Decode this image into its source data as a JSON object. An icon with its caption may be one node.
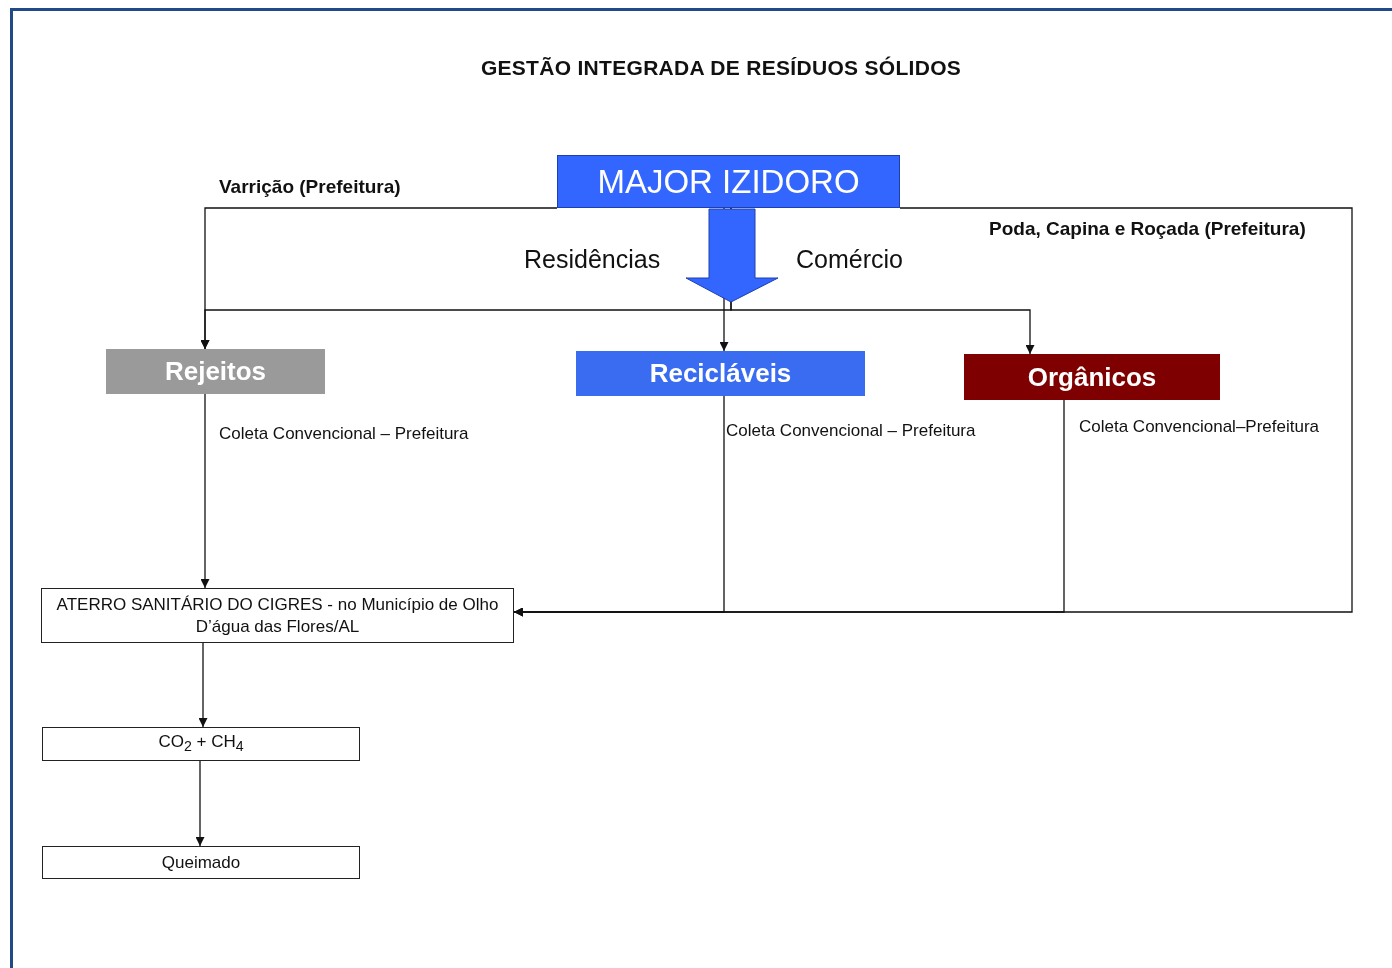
{
  "diagram": {
    "title": "GESTÃO INTEGRADA DE RESÍDUOS SÓLIDOS",
    "nodes": [
      {
        "text": [
          "MAJOR IZIDORO"
        ]
      },
      {
        "text": [
          "Rejeitos"
        ]
      },
      {
        "text": [
          "Recicláveis"
        ]
      },
      {
        "text": [
          "Orgânicos"
        ]
      },
      {
        "text": [
          "ATERRO SANITÁRIO DO CIGRES - no Município de Olho D’água das Flores/AL"
        ]
      },
      {
        "text": [
          "CO$_{2}$ + CH$_{4}$"
        ]
      },
      {
        "text": [
          "Queimado"
        ]
      }
    ],
    "edges": [
      {
        "from": 0,
        "to": 1,
        "arrow": "to",
        "label": "Varrição (Prefeitura)"
      },
      {
        "from": 0,
        "to": 1,
        "arrow": "to"
      },
      {
        "from": 0,
        "to": 2,
        "arrow": "to"
      },
      {
        "from": 0,
        "to": 3,
        "arrow": "to"
      },
      {
        "from": 0,
        "to": 4,
        "arrow": "to",
        "label": "Poda, Capina e Roçada (Prefeitura)"
      },
      {
        "from": 1,
        "to": 4,
        "arrow": "to",
        "label": "Coleta Convencional – Prefeitura"
      },
      {
        "from": 2,
        "to": 4,
        "arrow": "to",
        "label": "Coleta Convencional – Prefeitura"
      },
      {
        "from": 3,
        "to": 4,
        "arrow": "to",
        "label": "Coleta Convencional–Prefeitura"
      },
      {
        "from": 4,
        "to": 5,
        "arrow": "to"
      },
      {
        "from": 5,
        "to": 6,
        "arrow": "to"
      }
    ],
    "labels": [
      "Residências",
      "Comércio"
    ]
  }
}
